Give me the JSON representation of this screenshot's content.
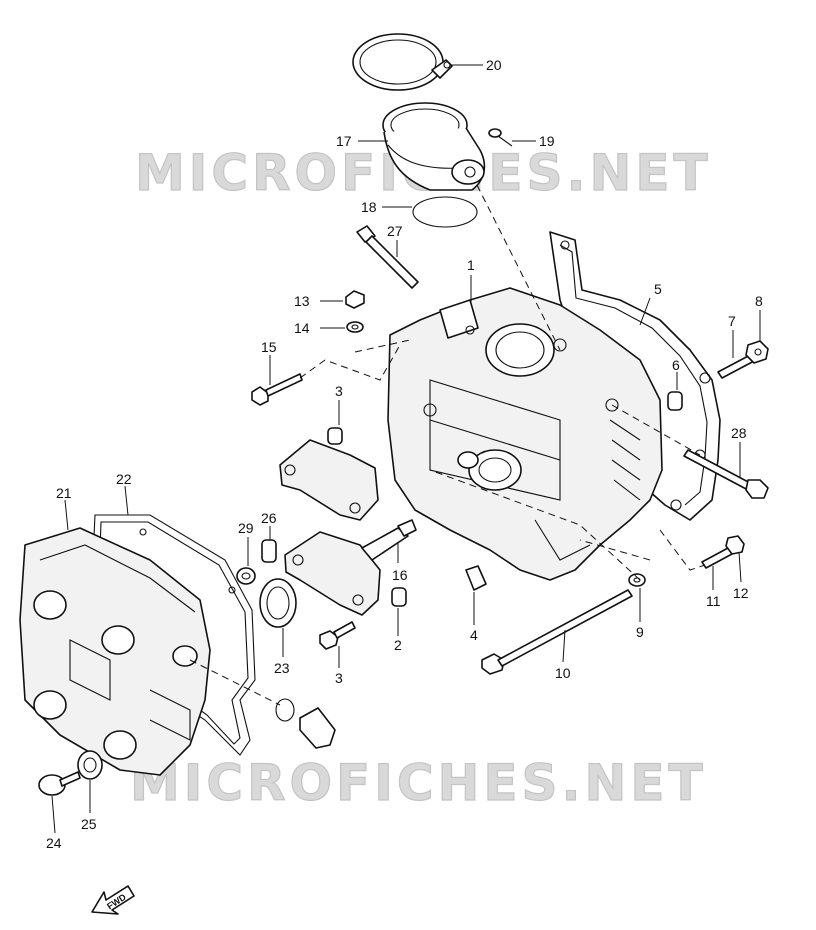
{
  "watermarks": [
    "MICROFICHES.NET",
    "MICROFICHES.NET"
  ],
  "fwd_label": "FWD",
  "callouts": {
    "c1": "1",
    "c2": "2",
    "c3a": "3",
    "c3b": "3",
    "c4": "4",
    "c5": "5",
    "c6": "6",
    "c7": "7",
    "c8": "8",
    "c9": "9",
    "c10": "10",
    "c11": "11",
    "c12": "12",
    "c13": "13",
    "c14": "14",
    "c15": "15",
    "c16": "16",
    "c17": "17",
    "c18": "18",
    "c19": "19",
    "c20": "20",
    "c21": "21",
    "c22": "22",
    "c23": "23",
    "c24": "24",
    "c25": "25",
    "c26": "26",
    "c27": "27",
    "c28": "28",
    "c29": "29"
  }
}
